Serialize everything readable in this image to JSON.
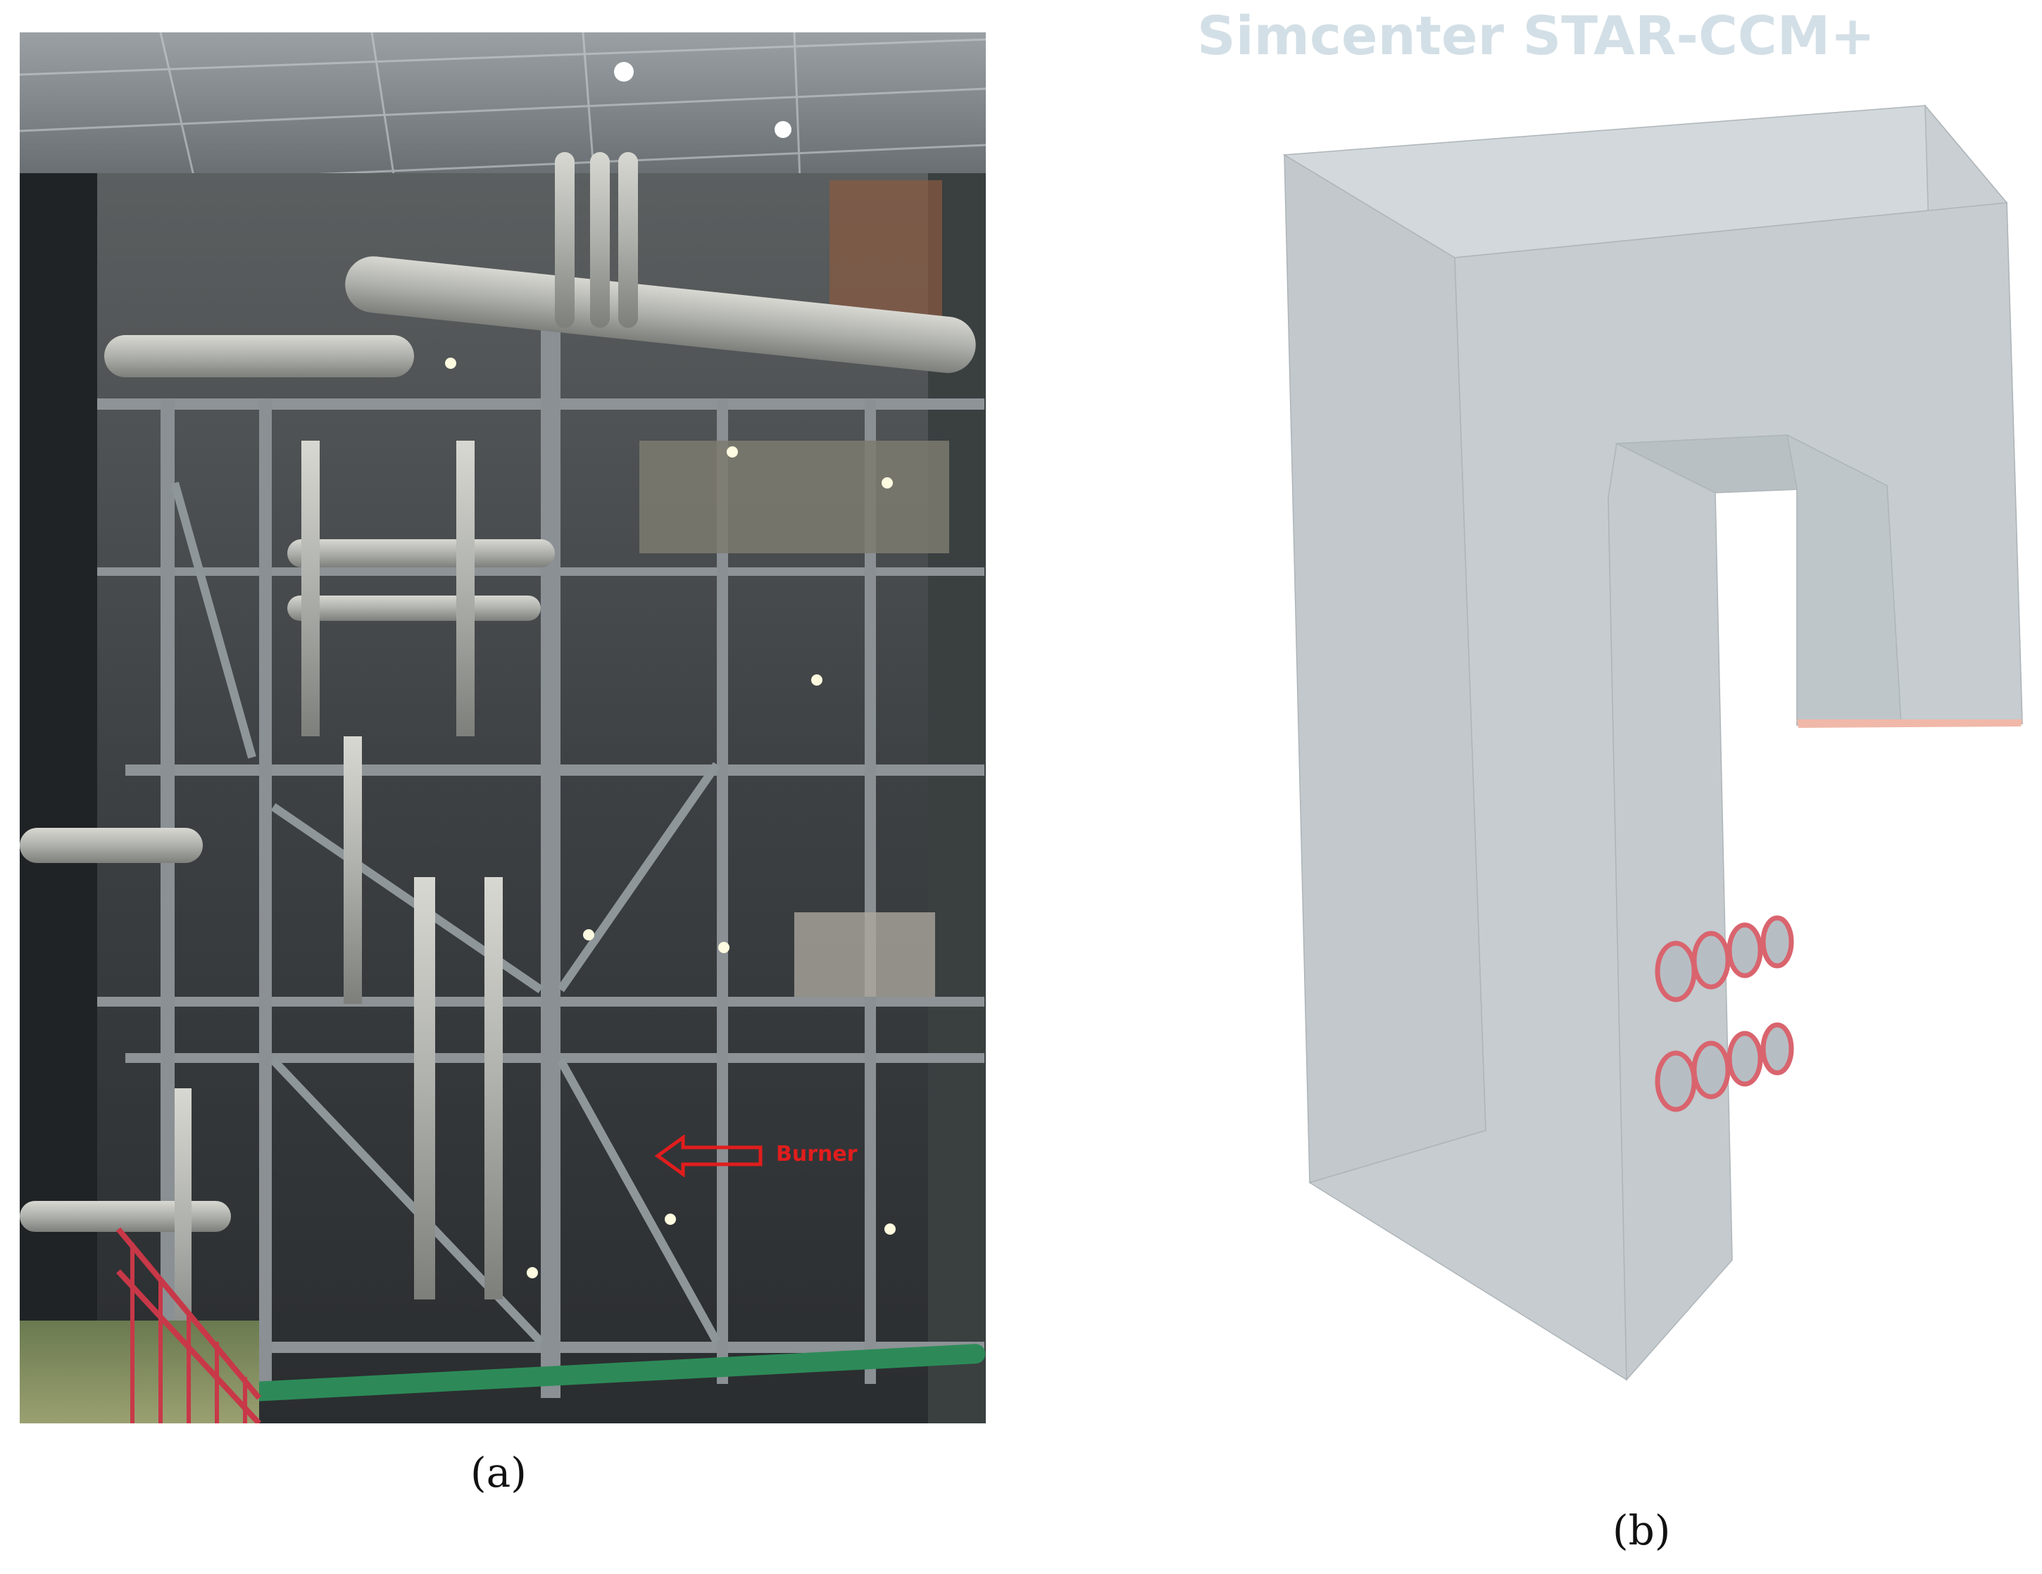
{
  "panel_a": {
    "caption": "(a)",
    "annotation": "Burner",
    "colors": {
      "annotation": "#e11d1d"
    }
  },
  "panel_b": {
    "caption": "(b)",
    "software_label": "Simcenter STAR-CCM+",
    "colors": {
      "body": "#c5cbcf",
      "top_face": "#d4dadd",
      "burner_ring": "#d9646e",
      "outlet": "#f0b8a8",
      "watermark": "#d3dfe6"
    },
    "burner_rows": 2,
    "burners_per_row": 4
  }
}
